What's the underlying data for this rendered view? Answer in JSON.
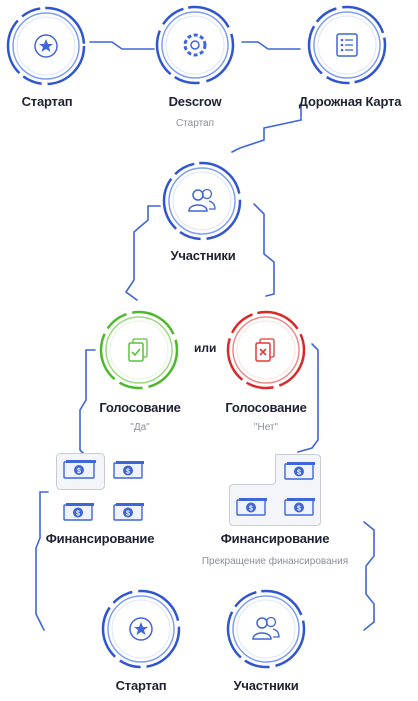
{
  "nodes": {
    "startup_top": {
      "label": "Стартап",
      "icon": "star-icon"
    },
    "descrow": {
      "label": "Descrow",
      "sublabel": "Стартап",
      "icon": "gear-icon"
    },
    "roadmap": {
      "label": "Дорожная Карта",
      "icon": "list-icon"
    },
    "participants_mid": {
      "label": "Участники",
      "icon": "people-icon"
    },
    "vote_yes": {
      "label": "Голосование",
      "sublabel": "\"Да\"",
      "icon": "document-check-icon",
      "color": "#5cc23b"
    },
    "vote_no": {
      "label": "Голосование",
      "sublabel": "\"Нет\"",
      "icon": "document-cross-icon",
      "color": "#e23a3a"
    },
    "funding_left": {
      "label": "Финансирование",
      "icon": "money-icon"
    },
    "funding_right": {
      "label": "Финансирование",
      "sublabel": "Прекращение финансирования",
      "icon": "money-icon"
    },
    "startup_bottom": {
      "label": "Стартап",
      "icon": "star-icon"
    },
    "participants_bottom": {
      "label": "Участники",
      "icon": "people-icon"
    }
  },
  "or_label": "или",
  "colors": {
    "accent": "#3f66d9",
    "accent_light": "#7fa0f0",
    "yes": "#5cc23b",
    "no": "#e23a3a",
    "text": "#1e2233",
    "muted": "#8a8f9c"
  }
}
